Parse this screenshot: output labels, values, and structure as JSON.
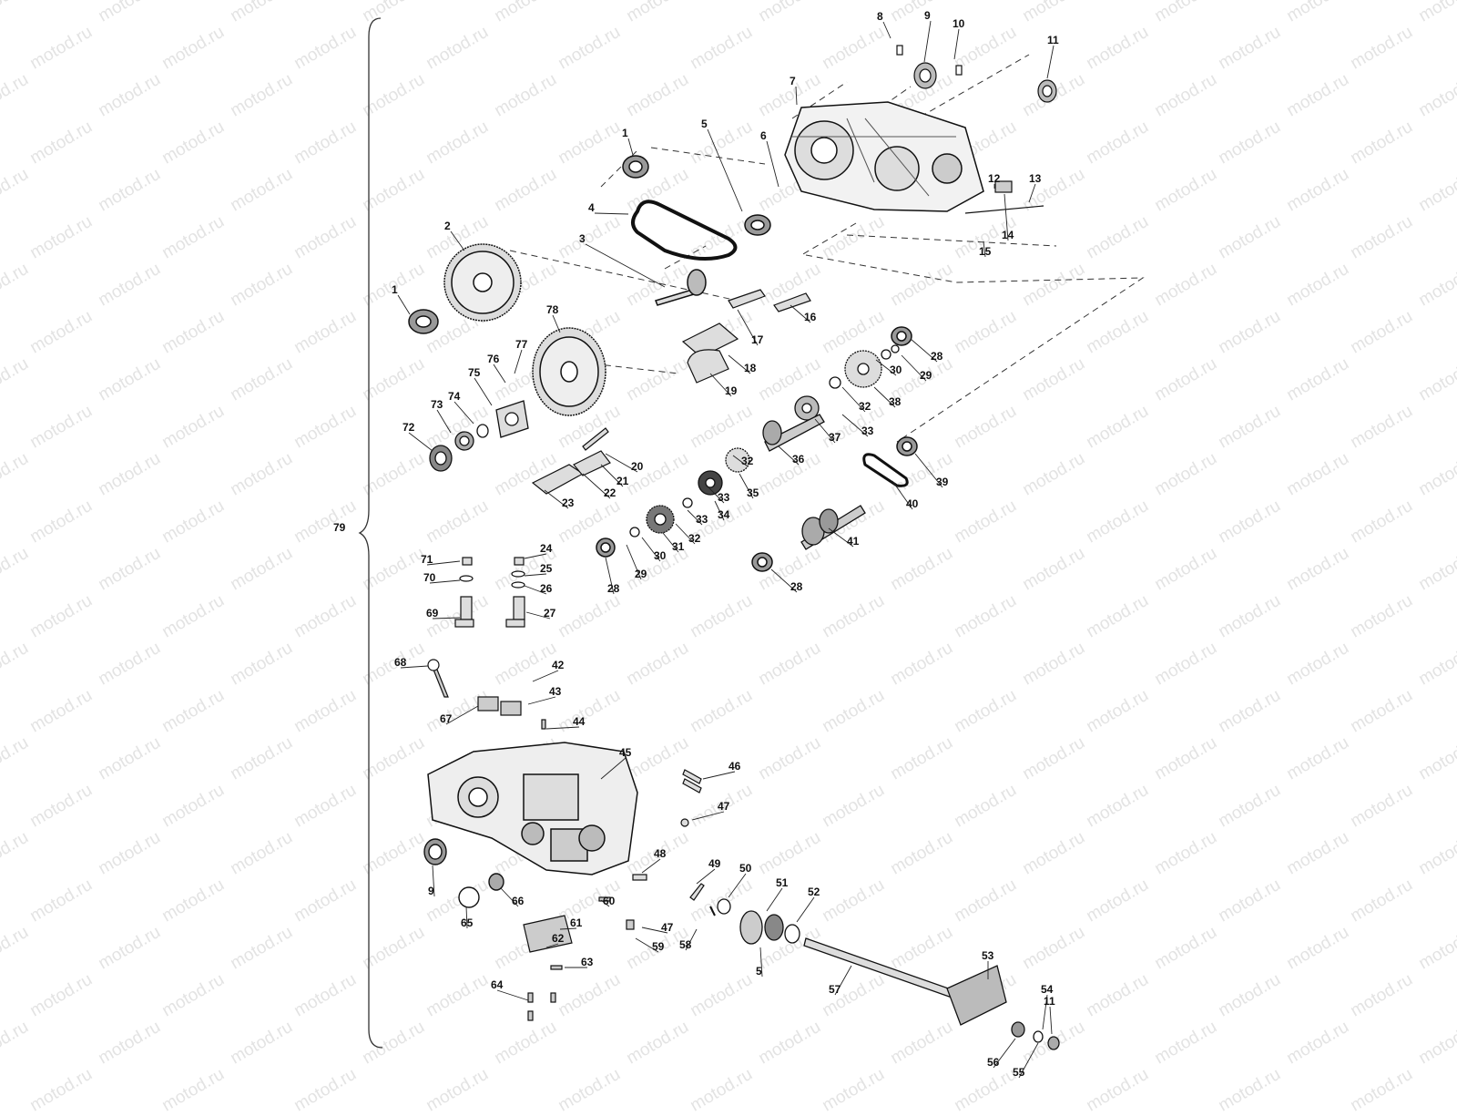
{
  "diagram": {
    "watermark": "motod.ru",
    "assembly_label": "79",
    "callouts": [
      {
        "id": "c1a",
        "text": "1"
      },
      {
        "id": "c1b",
        "text": "1"
      },
      {
        "id": "c2",
        "text": "2"
      },
      {
        "id": "c3",
        "text": "3"
      },
      {
        "id": "c4",
        "text": "4"
      },
      {
        "id": "c5a",
        "text": "5"
      },
      {
        "id": "c5b",
        "text": "5"
      },
      {
        "id": "c6",
        "text": "6"
      },
      {
        "id": "c7",
        "text": "7"
      },
      {
        "id": "c8",
        "text": "8"
      },
      {
        "id": "c9a",
        "text": "9"
      },
      {
        "id": "c9b",
        "text": "9"
      },
      {
        "id": "c10",
        "text": "10"
      },
      {
        "id": "c11a",
        "text": "11"
      },
      {
        "id": "c11b",
        "text": "11"
      },
      {
        "id": "c12",
        "text": "12"
      },
      {
        "id": "c13",
        "text": "13"
      },
      {
        "id": "c14",
        "text": "14"
      },
      {
        "id": "c15",
        "text": "15"
      },
      {
        "id": "c16",
        "text": "16"
      },
      {
        "id": "c17",
        "text": "17"
      },
      {
        "id": "c18",
        "text": "18"
      },
      {
        "id": "c19",
        "text": "19"
      },
      {
        "id": "c20",
        "text": "20"
      },
      {
        "id": "c21",
        "text": "21"
      },
      {
        "id": "c22",
        "text": "22"
      },
      {
        "id": "c23",
        "text": "23"
      },
      {
        "id": "c24",
        "text": "24"
      },
      {
        "id": "c25",
        "text": "25"
      },
      {
        "id": "c26",
        "text": "26"
      },
      {
        "id": "c27",
        "text": "27"
      },
      {
        "id": "c28a",
        "text": "28"
      },
      {
        "id": "c28b",
        "text": "28"
      },
      {
        "id": "c28c",
        "text": "28"
      },
      {
        "id": "c29a",
        "text": "29"
      },
      {
        "id": "c29b",
        "text": "29"
      },
      {
        "id": "c30a",
        "text": "30"
      },
      {
        "id": "c30b",
        "text": "30"
      },
      {
        "id": "c31",
        "text": "31"
      },
      {
        "id": "c32a",
        "text": "32"
      },
      {
        "id": "c32b",
        "text": "32"
      },
      {
        "id": "c32c",
        "text": "32"
      },
      {
        "id": "c33a",
        "text": "33"
      },
      {
        "id": "c33b",
        "text": "33"
      },
      {
        "id": "c33c",
        "text": "33"
      },
      {
        "id": "c34",
        "text": "34"
      },
      {
        "id": "c35",
        "text": "35"
      },
      {
        "id": "c36",
        "text": "36"
      },
      {
        "id": "c37",
        "text": "37"
      },
      {
        "id": "c38",
        "text": "38"
      },
      {
        "id": "c39",
        "text": "39"
      },
      {
        "id": "c40",
        "text": "40"
      },
      {
        "id": "c41",
        "text": "41"
      },
      {
        "id": "c42",
        "text": "42"
      },
      {
        "id": "c43",
        "text": "43"
      },
      {
        "id": "c44",
        "text": "44"
      },
      {
        "id": "c45",
        "text": "45"
      },
      {
        "id": "c46",
        "text": "46"
      },
      {
        "id": "c47a",
        "text": "47"
      },
      {
        "id": "c47b",
        "text": "47"
      },
      {
        "id": "c48",
        "text": "48"
      },
      {
        "id": "c49",
        "text": "49"
      },
      {
        "id": "c50",
        "text": "50"
      },
      {
        "id": "c51",
        "text": "51"
      },
      {
        "id": "c52",
        "text": "52"
      },
      {
        "id": "c53",
        "text": "53"
      },
      {
        "id": "c54",
        "text": "54"
      },
      {
        "id": "c55",
        "text": "55"
      },
      {
        "id": "c56",
        "text": "56"
      },
      {
        "id": "c57",
        "text": "57"
      },
      {
        "id": "c58",
        "text": "58"
      },
      {
        "id": "c59",
        "text": "59"
      },
      {
        "id": "c60",
        "text": "60"
      },
      {
        "id": "c61",
        "text": "61"
      },
      {
        "id": "c62",
        "text": "62"
      },
      {
        "id": "c63",
        "text": "63"
      },
      {
        "id": "c64",
        "text": "64"
      },
      {
        "id": "c65",
        "text": "65"
      },
      {
        "id": "c66",
        "text": "66"
      },
      {
        "id": "c67",
        "text": "67"
      },
      {
        "id": "c68",
        "text": "68"
      },
      {
        "id": "c69",
        "text": "69"
      },
      {
        "id": "c70",
        "text": "70"
      },
      {
        "id": "c71",
        "text": "71"
      },
      {
        "id": "c72",
        "text": "72"
      },
      {
        "id": "c73",
        "text": "73"
      },
      {
        "id": "c74",
        "text": "74"
      },
      {
        "id": "c75",
        "text": "75"
      },
      {
        "id": "c76",
        "text": "76"
      },
      {
        "id": "c77",
        "text": "77"
      },
      {
        "id": "c78",
        "text": "78"
      }
    ]
  }
}
